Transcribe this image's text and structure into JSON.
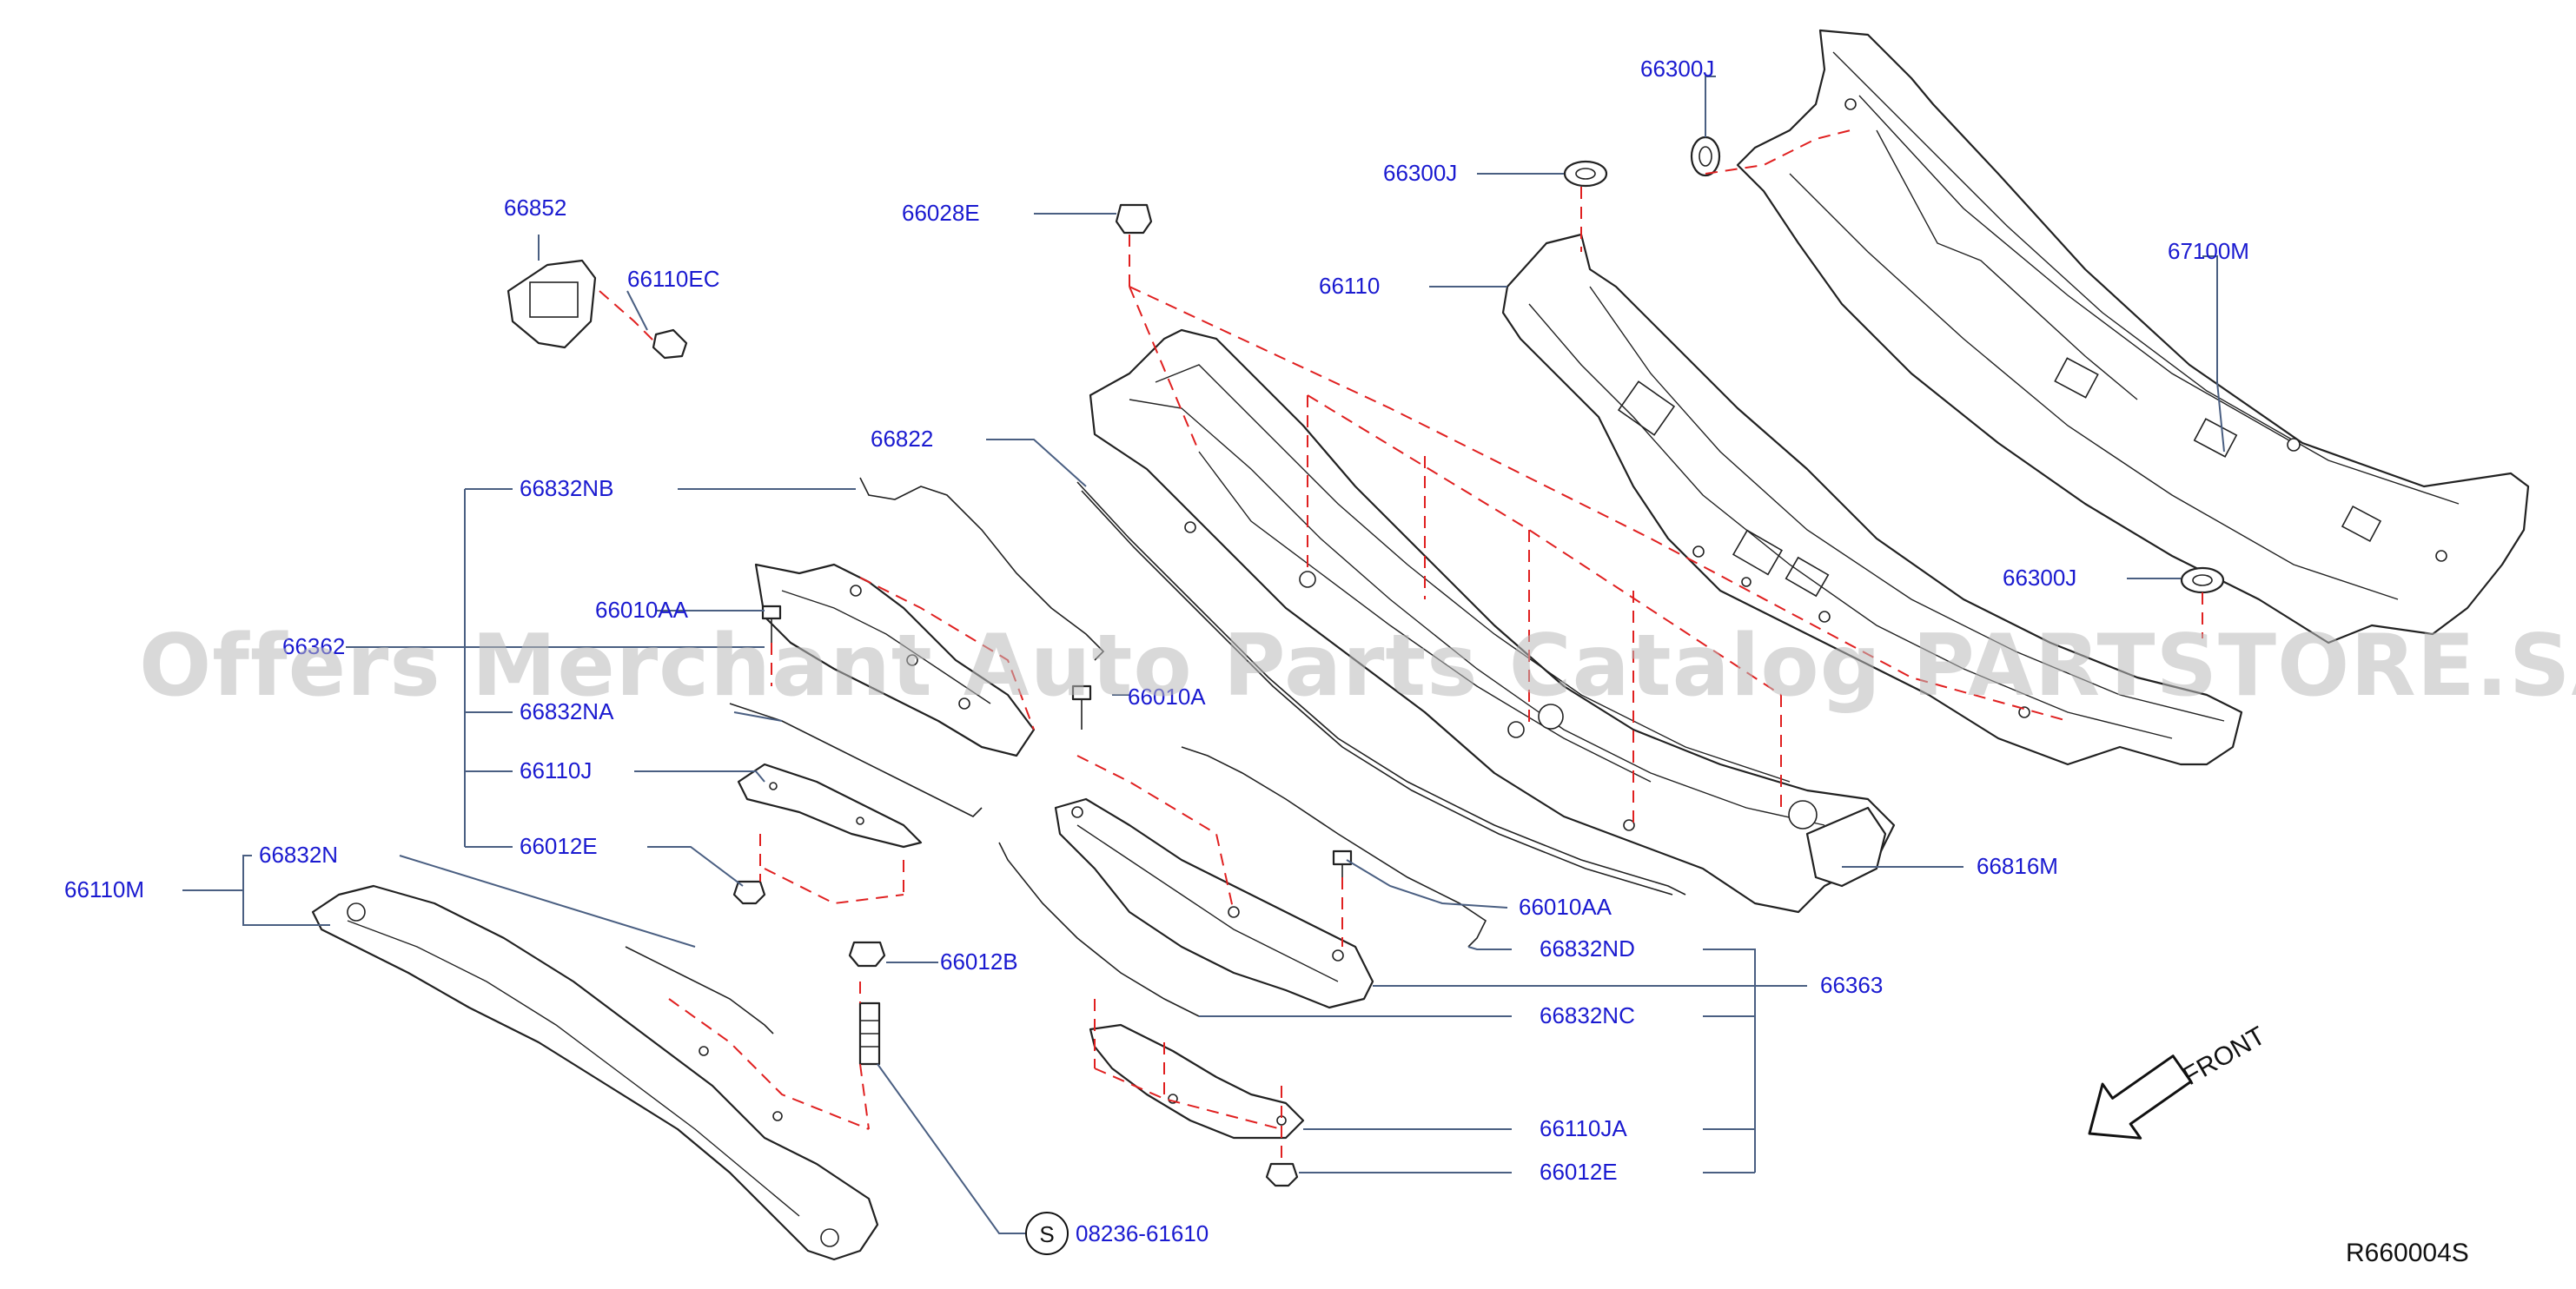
{
  "diagram": {
    "reference_code": "R660004S",
    "front_label": "FRONT",
    "watermark": "Offers Merchant Auto Parts Catalog PARTSTORE.SA",
    "callouts": [
      {
        "id": "66300J_top",
        "text": "66300J"
      },
      {
        "id": "66300J_mid",
        "text": "66300J"
      },
      {
        "id": "66300J_right",
        "text": "66300J"
      },
      {
        "id": "66852",
        "text": "66852"
      },
      {
        "id": "66110EC",
        "text": "66110EC"
      },
      {
        "id": "66028E",
        "text": "66028E"
      },
      {
        "id": "66110",
        "text": "66110"
      },
      {
        "id": "67100M",
        "text": "67100M"
      },
      {
        "id": "66822",
        "text": "66822"
      },
      {
        "id": "66832NB",
        "text": "66832NB"
      },
      {
        "id": "66362",
        "text": "66362"
      },
      {
        "id": "66010AA_left",
        "text": "66010AA"
      },
      {
        "id": "66010A",
        "text": "66010A"
      },
      {
        "id": "66832NA",
        "text": "66832NA"
      },
      {
        "id": "66110J",
        "text": "66110J"
      },
      {
        "id": "66012E_left",
        "text": "66012E"
      },
      {
        "id": "66832N",
        "text": "66832N"
      },
      {
        "id": "66110M",
        "text": "66110M"
      },
      {
        "id": "66012B",
        "text": "66012B"
      },
      {
        "id": "66816M",
        "text": "66816M"
      },
      {
        "id": "66010AA_right",
        "text": "66010AA"
      },
      {
        "id": "66832ND",
        "text": "66832ND"
      },
      {
        "id": "66363",
        "text": "66363"
      },
      {
        "id": "66832NC",
        "text": "66832NC"
      },
      {
        "id": "66110JA",
        "text": "66110JA"
      },
      {
        "id": "66012E_right",
        "text": "66012E"
      },
      {
        "id": "08236-61610",
        "text": "08236-61610"
      }
    ],
    "circled_symbol": "S",
    "colors": {
      "callout_text": "#1a1ad0",
      "leader_line": "#4a5f82",
      "dashed_guide": "#e02020",
      "part_outline": "#222222",
      "watermark": "#b9b9b9"
    }
  }
}
